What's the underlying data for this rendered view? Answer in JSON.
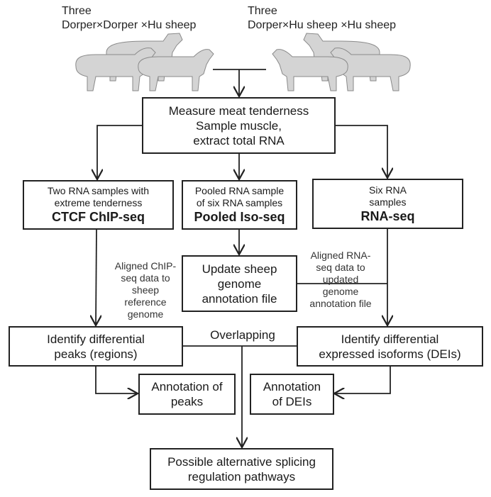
{
  "groups": {
    "left": {
      "line1": "Three",
      "line2": "Dorper×Dorper ×Hu sheep"
    },
    "right": {
      "line1": "Three",
      "line2": "Dorper×Hu sheep ×Hu sheep"
    }
  },
  "icons": {
    "left_sheep": "sheep-group-icon",
    "right_sheep": "sheep-group-icon"
  },
  "nodes": {
    "measure": {
      "lines": [
        "Measure meat tenderness",
        "Sample muscle,",
        "extract total RNA"
      ]
    },
    "chip": {
      "sub1": "Two RNA samples with",
      "sub2": "extreme tenderness",
      "title": "CTCF ChIP-seq"
    },
    "iso": {
      "sub1": "Pooled RNA sample",
      "sub2": "of six RNA samples",
      "title": "Pooled Iso-seq"
    },
    "rna": {
      "sub1": "Six RNA",
      "sub2": "samples",
      "title": "RNA-seq"
    },
    "update": {
      "lines": [
        "Update sheep",
        "genome",
        "annotation file"
      ]
    },
    "peaks": {
      "lines": [
        "Identify differential",
        "peaks (regions)"
      ]
    },
    "deis": {
      "lines": [
        "Identify differential",
        "expressed isoforms (DEIs)"
      ]
    },
    "ann_peaks": {
      "lines": [
        "Annotation of",
        "peaks"
      ]
    },
    "ann_deis": {
      "lines": [
        "Annotation",
        "of DEIs"
      ]
    },
    "final": {
      "lines": [
        "Possible alternative splicing",
        "regulation pathways"
      ]
    }
  },
  "edge_labels": {
    "chip_align": [
      "Aligned ChIP-",
      "seq data to",
      "sheep",
      "reference",
      "genome"
    ],
    "rna_align": [
      "Aligned RNA-",
      "seq data to",
      "updated",
      "genome",
      "annotation file"
    ],
    "overlap": "Overlapping"
  }
}
